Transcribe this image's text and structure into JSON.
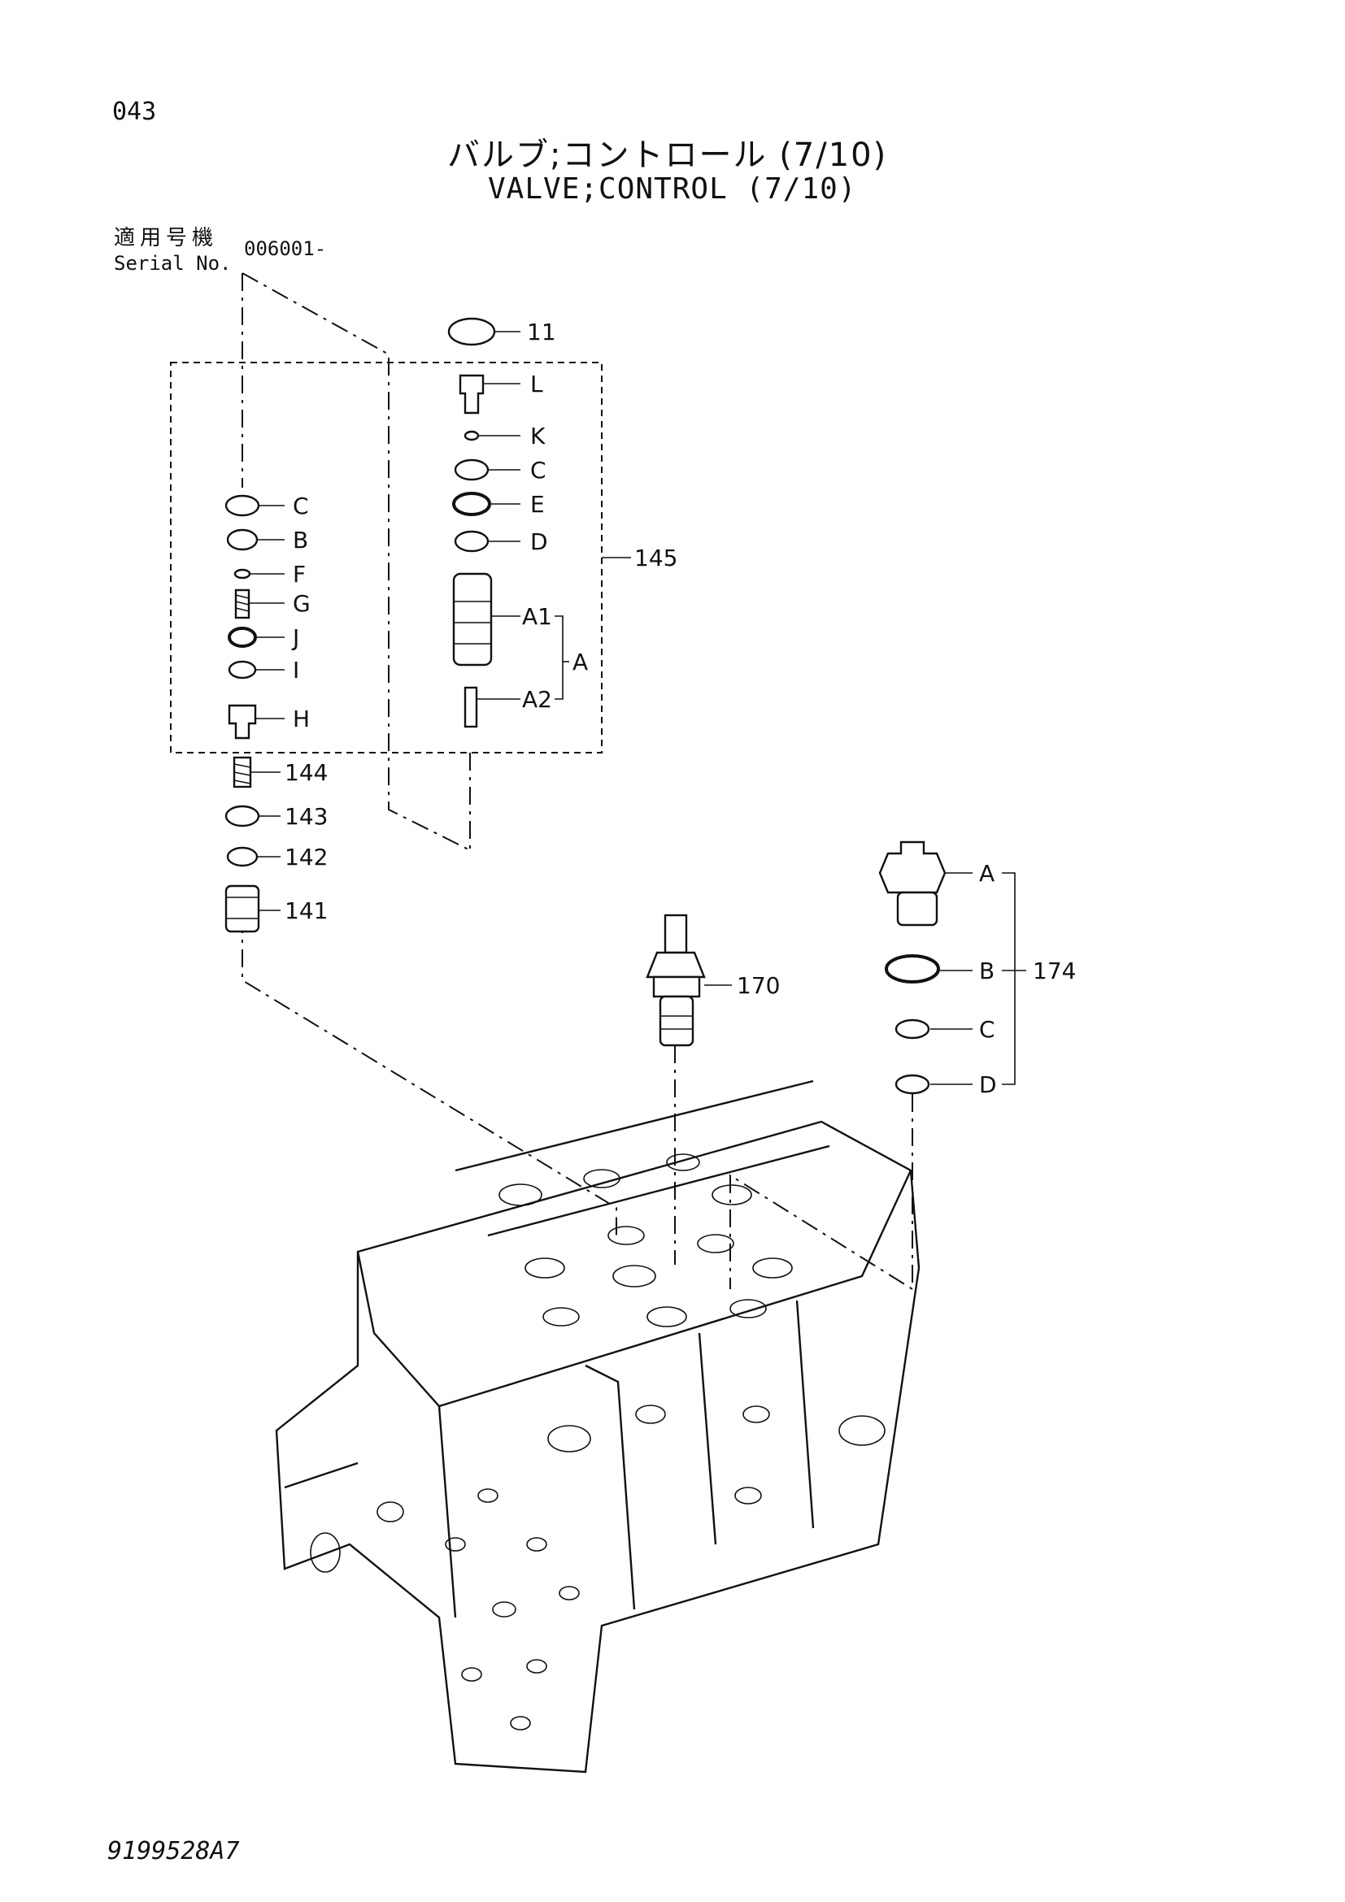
{
  "page_number": "043",
  "title_jp": "バルブ;コントロール (7/10)",
  "title_en": "VALVE;CONTROL (7/10)",
  "serial_label_jp": "適用号機",
  "serial_label_en": "Serial No.",
  "serial_value": "006001-",
  "document_number": "9199528A7",
  "left_stack": {
    "C": "C",
    "B": "B",
    "F": "F",
    "G": "G",
    "J": "J",
    "I": "I",
    "H": "H",
    "p144": "144",
    "p143": "143",
    "p142": "142",
    "p141": "141"
  },
  "center_stack": {
    "p11": "11",
    "L": "L",
    "K": "K",
    "C": "C",
    "E": "E",
    "D": "D",
    "A1": "A1",
    "A2": "A2",
    "A": "A",
    "p145": "145"
  },
  "part_170": "170",
  "part_174": {
    "A": "A",
    "B": "B",
    "C": "C",
    "D": "D",
    "group": "174"
  }
}
